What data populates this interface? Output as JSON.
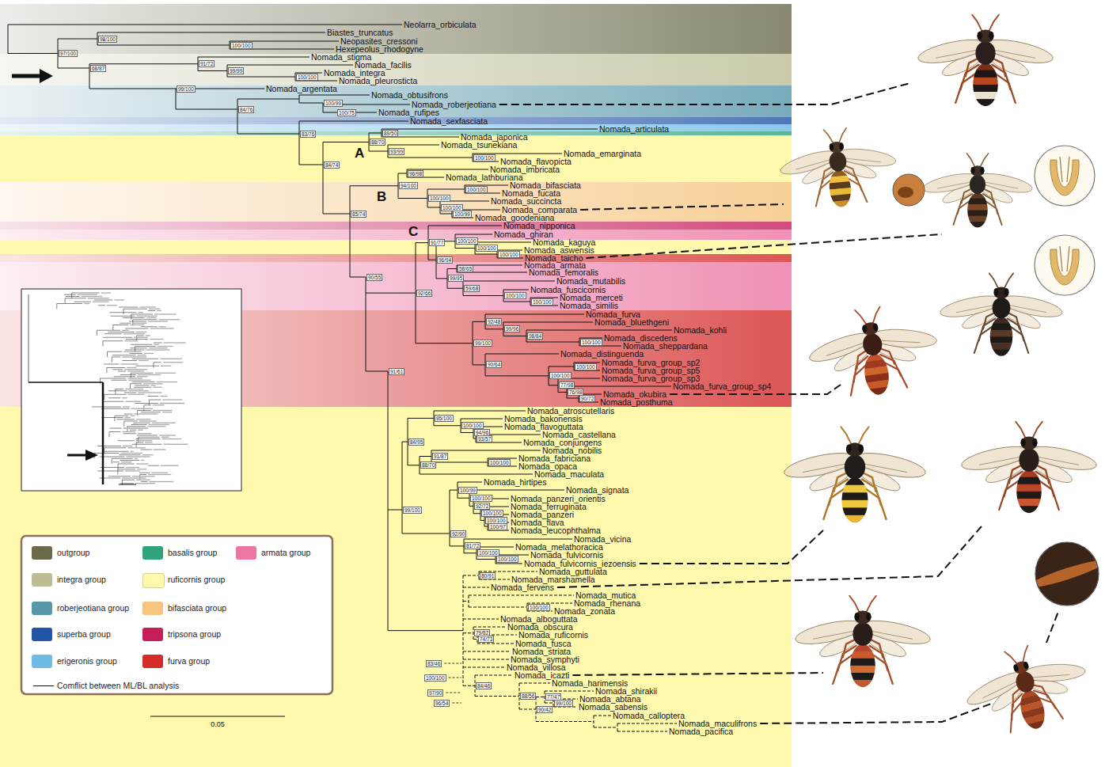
{
  "diagram": {
    "labels": [
      "Neolarra_orbiculata",
      "Biastes_truncatus",
      "Neopasites_cressoni",
      "Hexepeolus_rhodogyne",
      "Nomada_stigma",
      "Nomada_facilis",
      "Nomada_integra",
      "Nomada_pleurosticta",
      "Nomada_argentata",
      "Nomada_obtusifrons",
      "Nomada_roberjeotiana",
      "Nomada_rufipes",
      "Nomada_sexfasciata",
      "Nomada_articulata",
      "Nomada_japonica",
      "Nomada_tsunekiana",
      "Nomada_emarginata",
      "Nomada_flavopicta",
      "Nomada_imbricata",
      "Nomada_lathburiana",
      "Nomada_bifasciata",
      "Nomada_fucata",
      "Nomada_succincta",
      "Nomada_comparata",
      "Nomada_goodeniana",
      "Nomada_nipponica",
      "Nomada_ghiran",
      "Nomada_kaguya",
      "Nomada_aswensis",
      "Nomada_taicho",
      "Nomada_armata",
      "Nomada_femoralis",
      "Nomada_mutabilis",
      "Nomada_fuscicornis",
      "Nomada_merceti",
      "Nomada_similis",
      "Nomada_furva",
      "Nomada_bluethgeni",
      "Nomada_kohli",
      "Nomada_discedens",
      "Nomada_sheppardana",
      "Nomada_distinguenda",
      "Nomada_furva_group_sp2",
      "Nomada_furva_group_sp5",
      "Nomada_furva_group_sp3",
      "Nomada_furva_group_sp4",
      "Nomada_okubira",
      "Nomada_posthuma",
      "Nomada_atroscutellaris",
      "Nomada_bakonensis",
      "Nomada_flavoguttata",
      "Nomada_castellana",
      "Nomada_conjungens",
      "Nomada_nobilis",
      "Nomada_fabriciana",
      "Nomada_opaca",
      "Nomada_maculata",
      "Nomada_hirtipes",
      "Nomada_signata",
      "Nomada_panzeri_orientis",
      "Nomada_ferruginata",
      "Nomada_panzeri",
      "Nomada_flava",
      "Nomada_leucophthalma",
      "Nomada_vicina",
      "Nomada_melathoracica",
      "Nomada_fulvicornis",
      "Nomada_fulvicornis_iezoensis",
      "Nomada_guttulata",
      "Nomada_marshamella",
      "Nomada_fervens",
      "Nomada_mutica",
      "Nomada_rhenana",
      "Nomada_zonata",
      "Nomada_alboguttata",
      "Nomada_obscura",
      "Nomada_ruficornis",
      "Nomada_fusca",
      "Nomada_striata",
      "Nomada_symphyti",
      "Nomada_villosa",
      "Nomada_icazti",
      "Nomada_harimensis",
      "Nomada_shirakii",
      "Nomada_abtana",
      "Nomada_sabensis",
      "Nomada_calloptera",
      "Nomada_maculifrons",
      "Nomada_pacifica",
      "98/100",
      "100/100",
      "97/100",
      "91/72",
      "68/87",
      "99/99",
      "100/100",
      "99/100",
      "100/99",
      "84/76",
      "100/75",
      "89/50",
      "83/76",
      "88/70",
      "93/99",
      "100/100",
      "84/74",
      "96/98",
      "94/100",
      "100/100",
      "100/100",
      "100/100",
      "100/99",
      "85/74",
      "91/77",
      "100/100",
      "100/100",
      "100/100",
      "96/94",
      "58/65",
      "99/95",
      "90/55",
      "59/68",
      "100/100",
      "92/66",
      "100/100",
      "92/48",
      "99/96",
      "98/84",
      "100/100",
      "99/100",
      "90/64",
      "100/100",
      "91/61",
      "100/100",
      "77/98",
      "76/98",
      "90/72",
      "95/100",
      "100/100",
      "94/96",
      "93/57",
      "84/95",
      "91/87",
      "100/100",
      "88/70",
      "100/99",
      "100/100",
      "92/72",
      "99/100",
      "100/100",
      "100/100",
      "100/97",
      "92/90",
      "81/72",
      "100/100",
      "100/100",
      "80/91",
      "100/100",
      "79/82",
      "74/73",
      "83/46",
      "100/100",
      "84/46",
      "97/90",
      "88/56",
      "77/47",
      "99/100",
      "96/54",
      "90/42",
      "A",
      "B",
      "C",
      "0.05"
    ],
    "legend": [
      {
        "text": "outgroup",
        "color": "#6b6b4c"
      },
      {
        "text": "basalis group",
        "color": "#2fa37a"
      },
      {
        "text": "armata group",
        "color": "#ec76a4"
      },
      {
        "text": "integra group",
        "color": "#bdbd96"
      },
      {
        "text": "ruficornis group",
        "color": "#fff9ae"
      },
      {
        "text": "roberjeotiana group",
        "color": "#5797aa"
      },
      {
        "text": "bifasciata group",
        "color": "#f6c47e"
      },
      {
        "text": "superba group",
        "color": "#2356a6"
      },
      {
        "text": "tripsona group",
        "color": "#c51e5b"
      },
      {
        "text": "erigeronis group",
        "color": "#6fbbe8"
      },
      {
        "text": "furva group",
        "color": "#d42b2b"
      },
      {
        "text": "Comflict between ML/BL analysis"
      }
    ]
  }
}
